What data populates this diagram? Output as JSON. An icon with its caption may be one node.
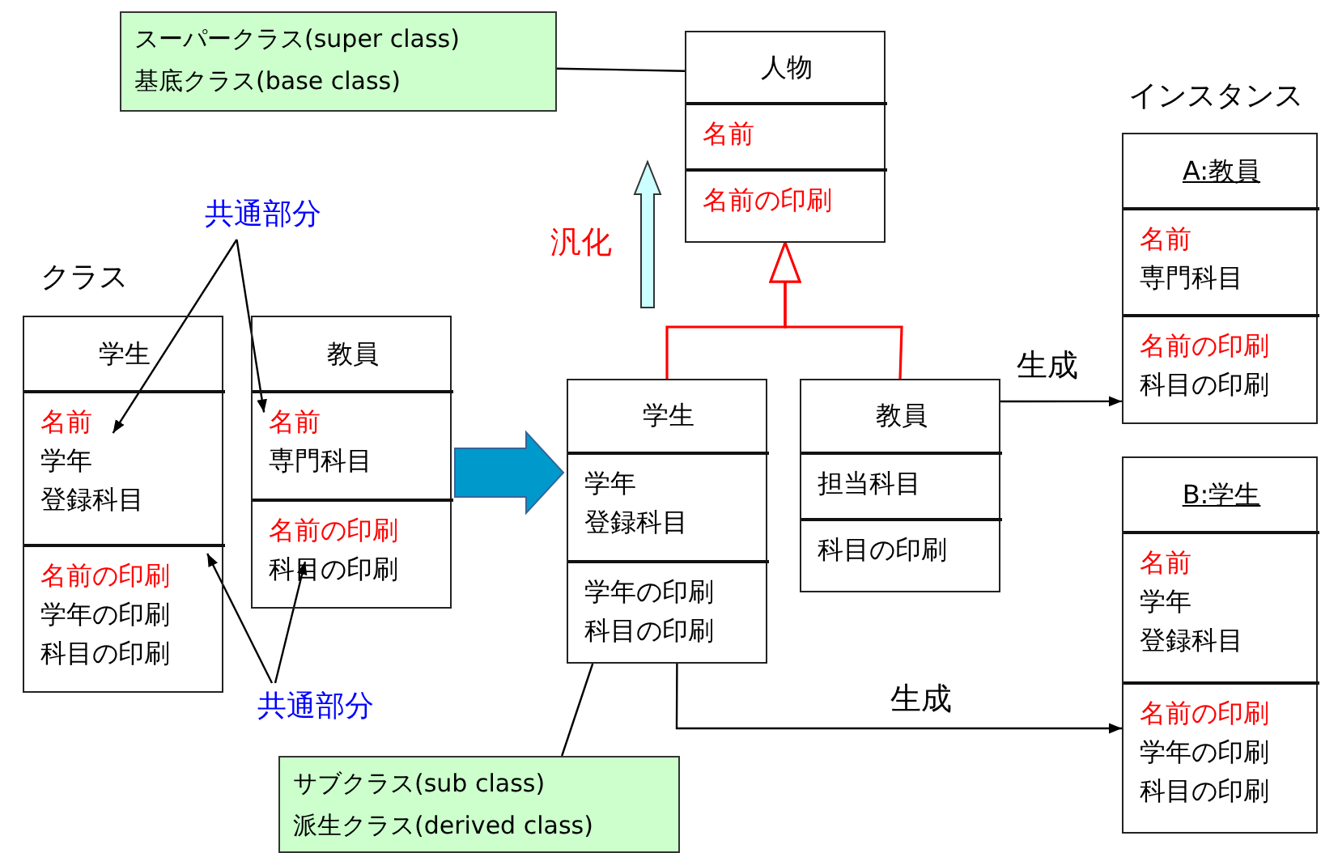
{
  "diagram": {
    "nodes": [
      {
        "text": [
          "スーパークラス(super class) 基底クラス(base class)"
        ]
      },
      {
        "text": [],
        "shape": "box"
      },
      {
        "text": [
          "人物"
        ],
        "in": 1
      },
      {
        "text": [
          "名前"
        ],
        "in": 1
      },
      {
        "text": [
          "名前の印刷"
        ],
        "in": 1
      },
      {
        "text": [
          "共通部分"
        ]
      },
      {
        "text": [],
        "shape": "box"
      },
      {
        "text": [
          "学生"
        ],
        "in": 6
      },
      {
        "text": [
          "名前",
          "学年",
          "登録科目"
        ],
        "in": 6
      },
      {
        "text": [
          "名前の印刷",
          "学年の印刷",
          "科目の印刷"
        ],
        "in": 6
      },
      {
        "text": [],
        "shape": "box"
      },
      {
        "text": [
          "教員"
        ],
        "in": 10
      },
      {
        "text": [
          "名前",
          "専門科目"
        ],
        "in": 10
      },
      {
        "text": [
          "名前の印刷",
          "科目の印刷"
        ],
        "in": 10
      },
      {
        "text": [],
        "shape": "box"
      },
      {
        "text": [
          "学生"
        ],
        "in": 14
      },
      {
        "text": [
          "学年",
          "登録科目"
        ],
        "in": 14
      },
      {
        "text": [
          "学年の印刷",
          "科目の印刷"
        ],
        "in": 14
      },
      {
        "text": [],
        "shape": "box"
      },
      {
        "text": [
          "教員"
        ],
        "in": 18
      },
      {
        "text": [
          "担当科目"
        ],
        "in": 18
      },
      {
        "text": [
          "科目の印刷"
        ],
        "in": 18
      },
      {
        "text": [],
        "shape": "box"
      },
      {
        "text": [
          "A:教員"
        ],
        "in": 22
      },
      {
        "text": [
          "名前",
          "専門科目"
        ],
        "in": 22
      },
      {
        "text": [
          "名前の印刷",
          "科目の印刷"
        ],
        "in": 22
      },
      {
        "text": [],
        "shape": "box"
      },
      {
        "text": [
          "B:学生"
        ],
        "in": 26
      },
      {
        "text": [
          "名前",
          "学年",
          "登録科目"
        ],
        "in": 26
      },
      {
        "text": [
          "名前の印刷",
          "学年の印刷",
          "科目の印刷"
        ],
        "in": 26
      },
      {
        "text": [
          "共通部分"
        ]
      },
      {
        "text": [
          "サブクラス(sub class) 派生クラス(derived class)"
        ]
      }
    ],
    "edges": [
      {
        "from": 0,
        "to": 1,
        "arrow": "none"
      },
      {
        "from": 5,
        "to": 8,
        "arrow": "to"
      },
      {
        "from": 5,
        "to": 12,
        "arrow": "to"
      },
      {
        "from": 30,
        "to": 9,
        "arrow": "to"
      },
      {
        "from": 30,
        "to": 13,
        "arrow": "to"
      },
      {
        "from": 31,
        "to": 17,
        "arrow": "none"
      },
      {
        "from": 14,
        "to": 1,
        "arrow": "to",
        "color": "#ff0000"
      },
      {
        "from": 18,
        "to": 1,
        "arrow": "to",
        "color": "#ff0000"
      },
      {
        "from": 18,
        "to": 22,
        "arrow": "to",
        "label": "生成"
      },
      {
        "from": 14,
        "to": 26,
        "arrow": "to",
        "label": "生成"
      },
      {
        "from": 10,
        "to": 14,
        "arrow": "to",
        "style": "thick",
        "color": "#0099cc"
      }
    ],
    "labels": [
      "インスタンス",
      "汎化",
      "クラス"
    ]
  }
}
